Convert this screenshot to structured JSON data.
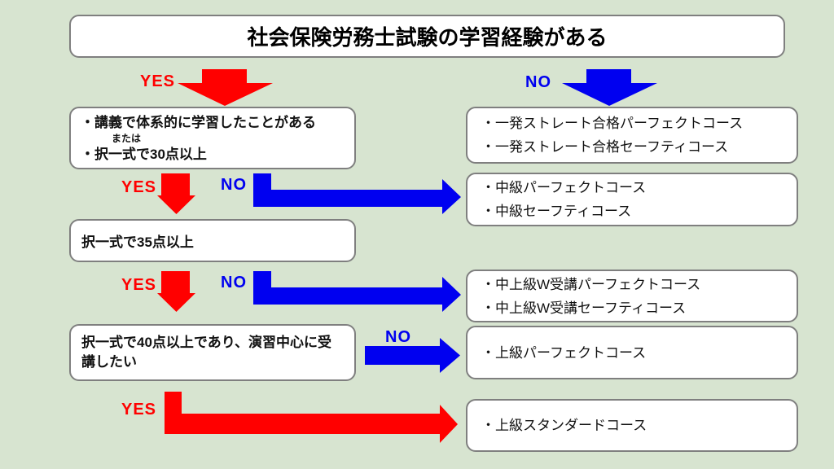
{
  "title": "社会保険労務士試験の学習経験がある",
  "labels": {
    "yes": "YES",
    "no": "NO"
  },
  "colors": {
    "yes_red": "#ff0000",
    "no_blue": "#0000f0",
    "background": "#d7e4d0",
    "box_border": "#7f7f7f",
    "box_fill": "#ffffff"
  },
  "left_boxes": [
    {
      "lines": [
        "・講義で体系的に学習したことがある",
        "または",
        "・択一式で30点以上"
      ]
    },
    {
      "lines": [
        "択一式で35点以上"
      ]
    },
    {
      "lines": [
        "択一式で40点以上であり、演習中心に受講したい"
      ]
    }
  ],
  "right_boxes": [
    {
      "items": [
        "・一発ストレート合格パーフェクトコース",
        "・一発ストレート合格セーフティコース"
      ]
    },
    {
      "items": [
        "・中級パーフェクトコース",
        "・中級セーフティコース"
      ]
    },
    {
      "items": [
        "・中上級W受講パーフェクトコース",
        "・中上級W受講セーフティコース"
      ]
    },
    {
      "items": [
        "・上級パーフェクトコース"
      ]
    },
    {
      "items": [
        "・上級スタンダードコース"
      ]
    }
  ]
}
